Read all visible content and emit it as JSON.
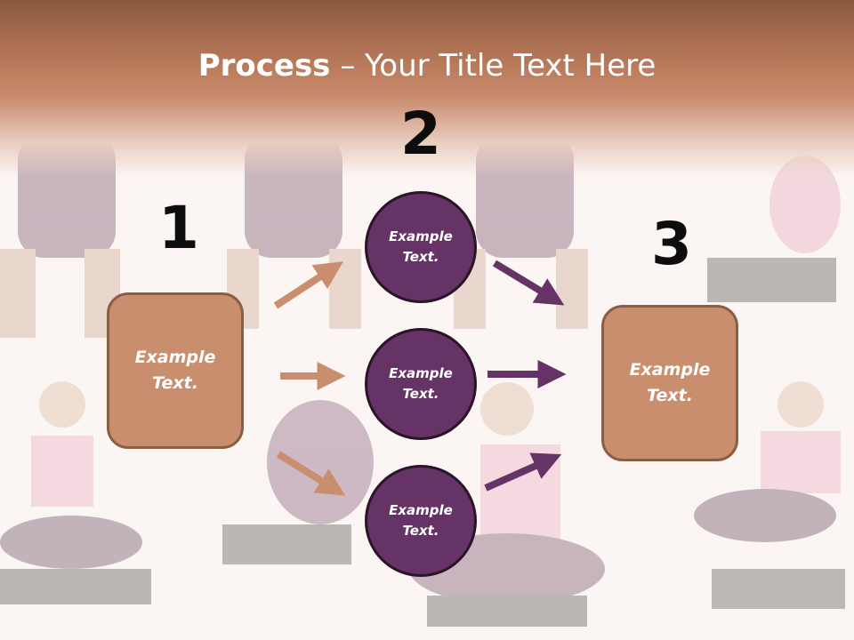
{
  "title": {
    "bold": "Process",
    "rest": " – Your Title Text Here"
  },
  "steps": {
    "one": {
      "number": "1",
      "text": "Example Text."
    },
    "two": {
      "number": "2",
      "circles": [
        "Example Text.",
        "Example Text.",
        "Example Text."
      ]
    },
    "three": {
      "number": "3",
      "text": "Example Text."
    }
  },
  "colors": {
    "header": "#b8785a",
    "box_fill": "#c98e6e",
    "box_border": "#8a5e44",
    "circle_fill": "#663366",
    "left_arrows": "#c98e6e",
    "right_arrows": "#663366"
  },
  "background": {
    "image": "yoga-poses-photo-collage"
  }
}
